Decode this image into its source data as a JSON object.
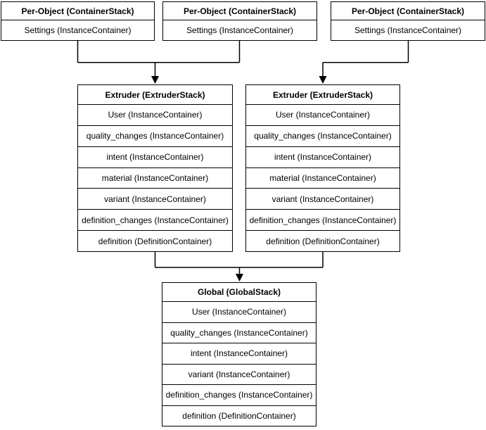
{
  "diagram": {
    "colors": {
      "stroke": "#000000",
      "fill": "#ffffff",
      "text": "#000000"
    },
    "per_object": [
      {
        "title": "Per-Object (ContainerStack)",
        "rows": [
          "Settings (InstanceContainer)"
        ]
      },
      {
        "title": "Per-Object (ContainerStack)",
        "rows": [
          "Settings (InstanceContainer)"
        ]
      },
      {
        "title": "Per-Object (ContainerStack)",
        "rows": [
          "Settings (InstanceContainer)"
        ]
      }
    ],
    "extruders": [
      {
        "title": "Extruder (ExtruderStack)",
        "rows": [
          "User (InstanceContainer)",
          "quality_changes (InstanceContainer)",
          "intent (InstanceContainer)",
          "material (InstanceContainer)",
          "variant (InstanceContainer)",
          "definition_changes (InstanceContainer)",
          "definition (DefinitionContainer)"
        ]
      },
      {
        "title": "Extruder (ExtruderStack)",
        "rows": [
          "User (InstanceContainer)",
          "quality_changes (InstanceContainer)",
          "intent (InstanceContainer)",
          "material (InstanceContainer)",
          "variant (InstanceContainer)",
          "definition_changes (InstanceContainer)",
          "definition (DefinitionContainer)"
        ]
      }
    ],
    "global": {
      "title": "Global (GlobalStack)",
      "rows": [
        "User (InstanceContainer)",
        "quality_changes (InstanceContainer)",
        "intent (InstanceContainer)",
        "variant (InstanceContainer)",
        "definition_changes (InstanceContainer)",
        "definition (DefinitionContainer)"
      ]
    }
  }
}
